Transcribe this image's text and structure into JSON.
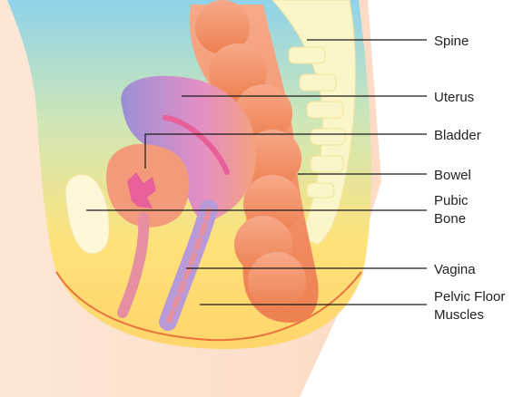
{
  "diagram": {
    "labels": {
      "spine": "Spine",
      "uterus": "Uterus",
      "bladder": "Bladder",
      "bowel": "Bowel",
      "pubic_bone_1": "Pubic",
      "pubic_bone_2": "Bone",
      "vagina": "Vagina",
      "pelvic_floor_1": "Pelvic Floor",
      "pelvic_floor_2": "Muscles"
    },
    "colors": {
      "top_blue": "#8fd3ea",
      "body_yellow": "#ffe27a",
      "skin_peach": "#fde3cf",
      "bowel": "#f0925f",
      "uterus": "#b58ad6",
      "bladder": "#f39a7a",
      "spine": "#fbf6c9",
      "muscle_outline": "#e8713c"
    }
  }
}
